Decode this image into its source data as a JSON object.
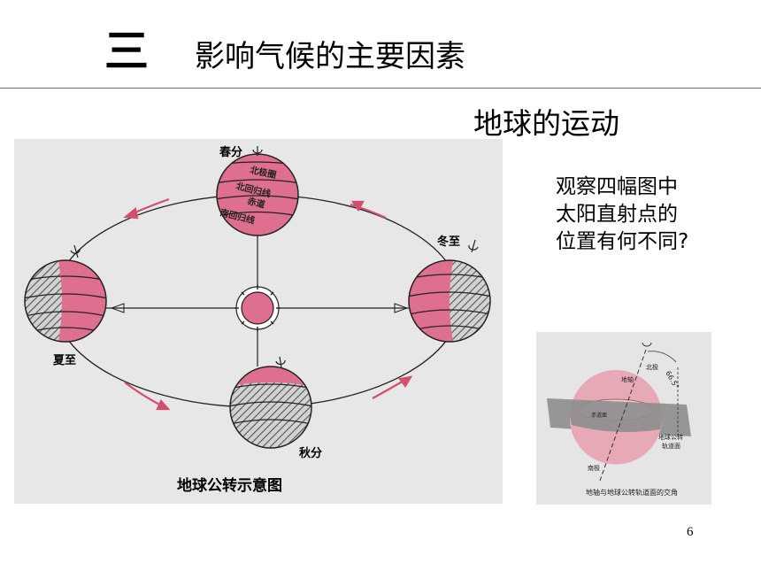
{
  "slide": {
    "section_number": "三",
    "title": "影响气候的主要因素",
    "subtitle": "地球的运动",
    "question_lines": [
      "观察四幅图中",
      "太阳直射点的",
      "位置有何不同?"
    ],
    "page_number": "6"
  },
  "orbit_diagram": {
    "caption": "地球公转示意图",
    "positions": {
      "spring_equinox": "春分",
      "summer_solstice": "夏至",
      "autumn_equinox": "秋分",
      "winter_solstice": "冬至"
    },
    "latitude_labels": {
      "arctic_circle": "北极圈",
      "tropic_of_cancer": "北回归线",
      "equator": "赤道",
      "tropic_of_capricorn": "南回归线"
    }
  },
  "axis_diagram": {
    "caption": "地轴与地球公转轨道面的交角",
    "angle_label": "66.5°",
    "north_pole": "北极",
    "south_pole": "南极",
    "axis_label": "地轴",
    "equator_plane": "赤道面",
    "orbit_plane_line1": "地球公转",
    "orbit_plane_line2": "轨道面"
  },
  "colors": {
    "sunlit": "#df6f8e",
    "diagram_background": "#e7e7e7",
    "arrow": "#d24f6d",
    "rule": "#777777"
  }
}
